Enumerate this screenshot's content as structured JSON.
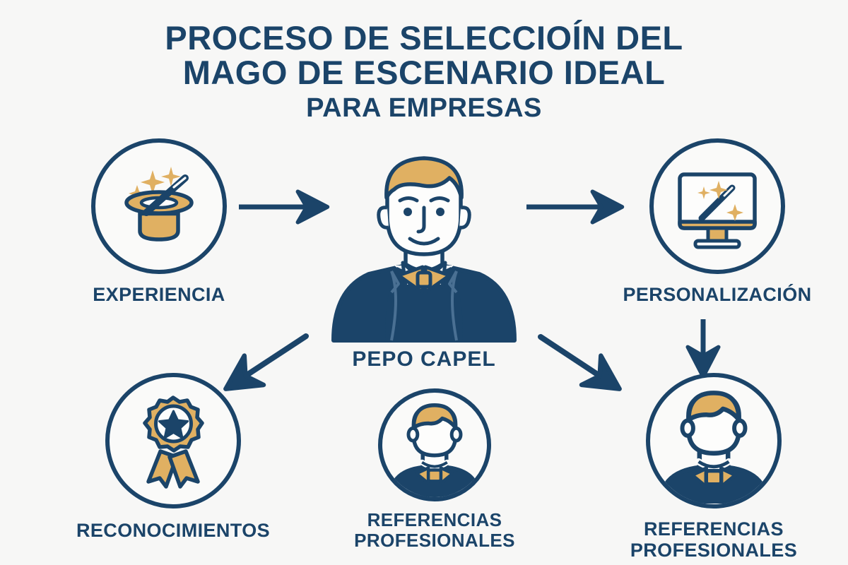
{
  "background_color": "#F7F7F6",
  "palette": {
    "navy": "#1B4469",
    "gold": "#E0B062",
    "gold_light": "#EAC183",
    "white": "#FDFDFC",
    "suit_shade": "#4A7093"
  },
  "title": {
    "line1": "PROCESO DE SELECCIOÍN DEL",
    "line2": "MAGO DE ESCENARIO IDEAL",
    "line3": "PARA EMPRESAS"
  },
  "center": {
    "name": "PEPO CAPEL",
    "icon": "businessman-portrait-icon"
  },
  "nodes": [
    {
      "id": "experiencia",
      "label": "EXPERIENCIA",
      "icon": "magic-hat-wand-icon",
      "position": "top-left"
    },
    {
      "id": "personalizacion",
      "label": "PERSONALIZACIÓN",
      "icon": "monitor-magic-wand-icon",
      "position": "top-right"
    },
    {
      "id": "reconocimientos",
      "label": "RECONOCIMIENTOS",
      "icon": "award-ribbon-star-icon",
      "position": "bottom-left"
    },
    {
      "id": "referencias-centro",
      "label": "REFERENCIAS\nPROFESIONALES",
      "icon": "person-bowtie-avatar-icon",
      "position": "bottom-center"
    },
    {
      "id": "referencias-derecha",
      "label": "REFERENCIAS\nPROFESIONALES",
      "icon": "person-bowtie-avatar-icon",
      "position": "bottom-right"
    }
  ],
  "arrows": [
    {
      "id": "experiencia-to-center",
      "direction": "right",
      "from": "experiencia",
      "to": "center"
    },
    {
      "id": "center-to-personalizacion",
      "direction": "right",
      "from": "center",
      "to": "personalizacion"
    },
    {
      "id": "personalizacion-to-referencias",
      "direction": "down",
      "from": "personalizacion",
      "to": "referencias-derecha"
    },
    {
      "id": "center-to-reconocimientos",
      "direction": "down-left",
      "from": "center",
      "to": "reconocimientos"
    },
    {
      "id": "center-to-referencias-derecha",
      "direction": "down-right",
      "from": "center",
      "to": "referencias-derecha"
    }
  ]
}
